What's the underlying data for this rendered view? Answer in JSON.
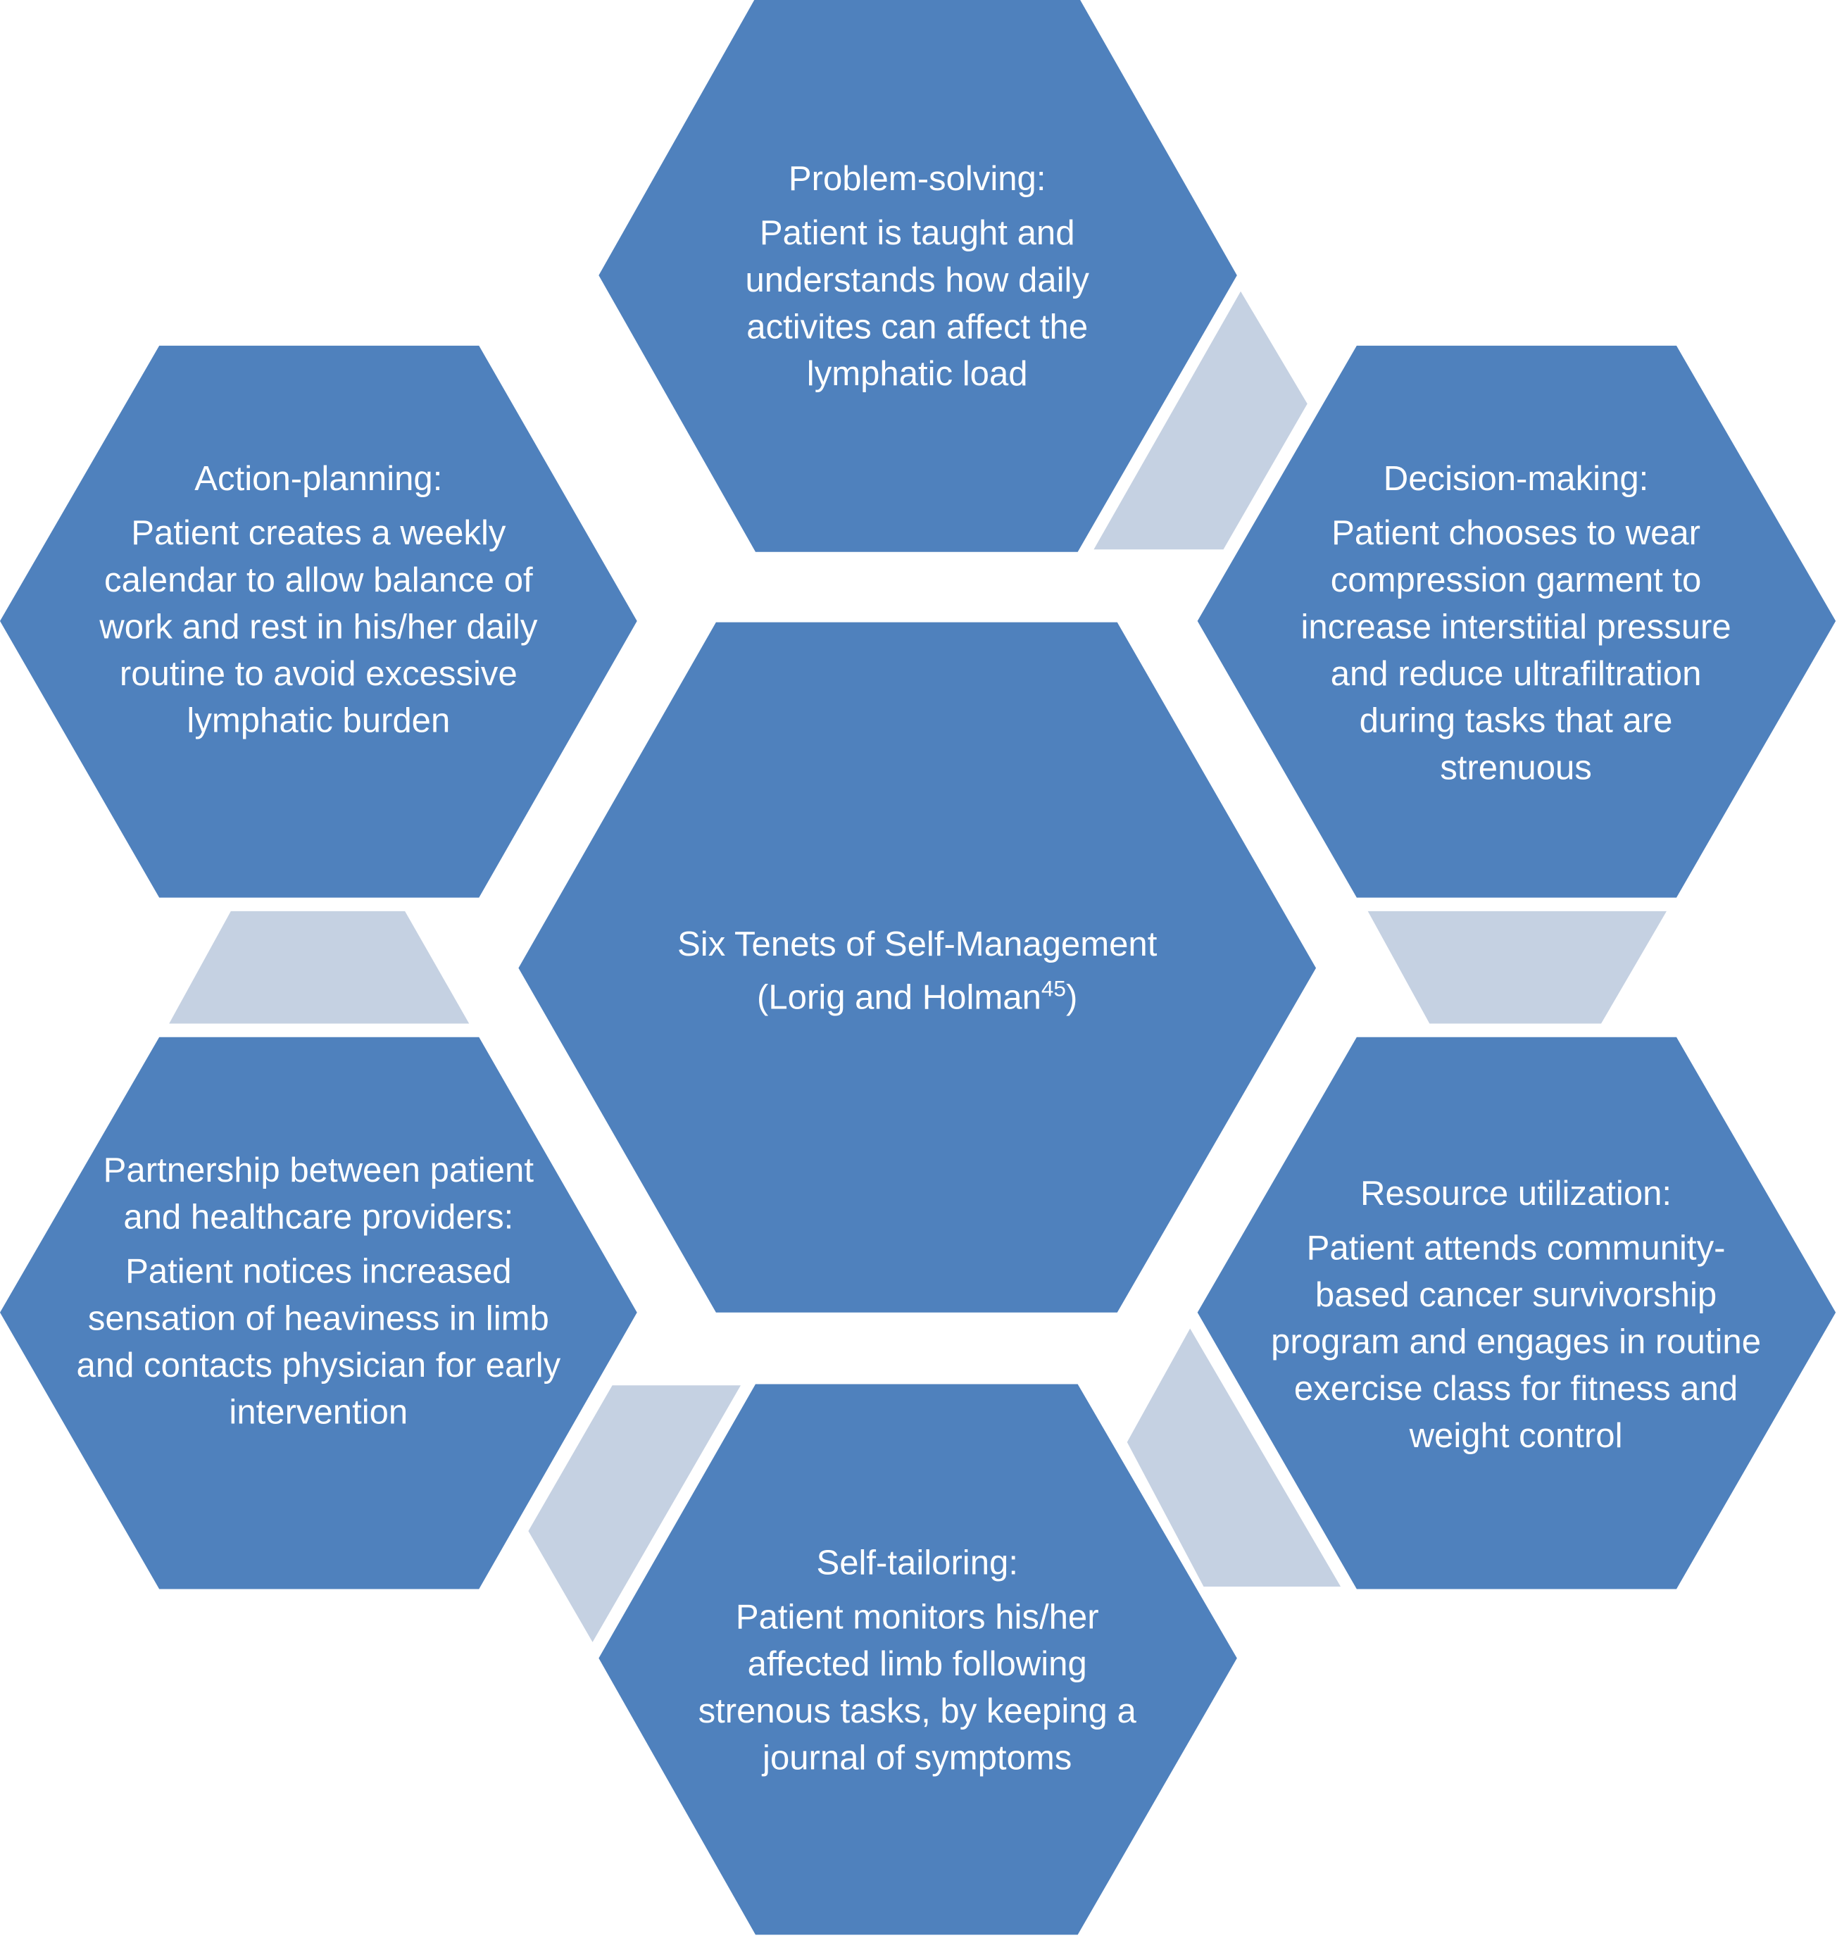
{
  "colors": {
    "hexagon": "#4F81BD",
    "connector": "#C5D1E2",
    "text": "#FFFFFF"
  },
  "center": {
    "title": "Six Tenets of Self-Management",
    "citation_prefix": "(Lorig and Holman",
    "citation_ref": "45",
    "citation_suffix": ")"
  },
  "tenets": {
    "problem_solving": {
      "title": "Problem-solving:",
      "body": "Patient is taught and understands how daily activites can affect the lymphatic load"
    },
    "decision_making": {
      "title": "Decision-making:",
      "body": "Patient chooses to wear compression garment to increase interstitial pressure and reduce ultrafiltration during tasks that are strenuous"
    },
    "resource_utilization": {
      "title": "Resource utilization:",
      "body": "Patient attends community-based cancer survivorship program and engages in routine exercise class for fitness and weight control"
    },
    "self_tailoring": {
      "title": "Self-tailoring:",
      "body": "Patient monitors his/her affected limb following strenous tasks, by keeping a journal of symptoms"
    },
    "partnership": {
      "title": "Partnership between patient and healthcare providers:",
      "body": "Patient notices increased sensation of heaviness in limb and contacts physician for early intervention"
    },
    "action_planning": {
      "title": "Action-planning:",
      "body": "Patient creates a weekly calendar to allow balance of work and rest in his/her daily routine to avoid excessive lymphatic burden"
    }
  }
}
